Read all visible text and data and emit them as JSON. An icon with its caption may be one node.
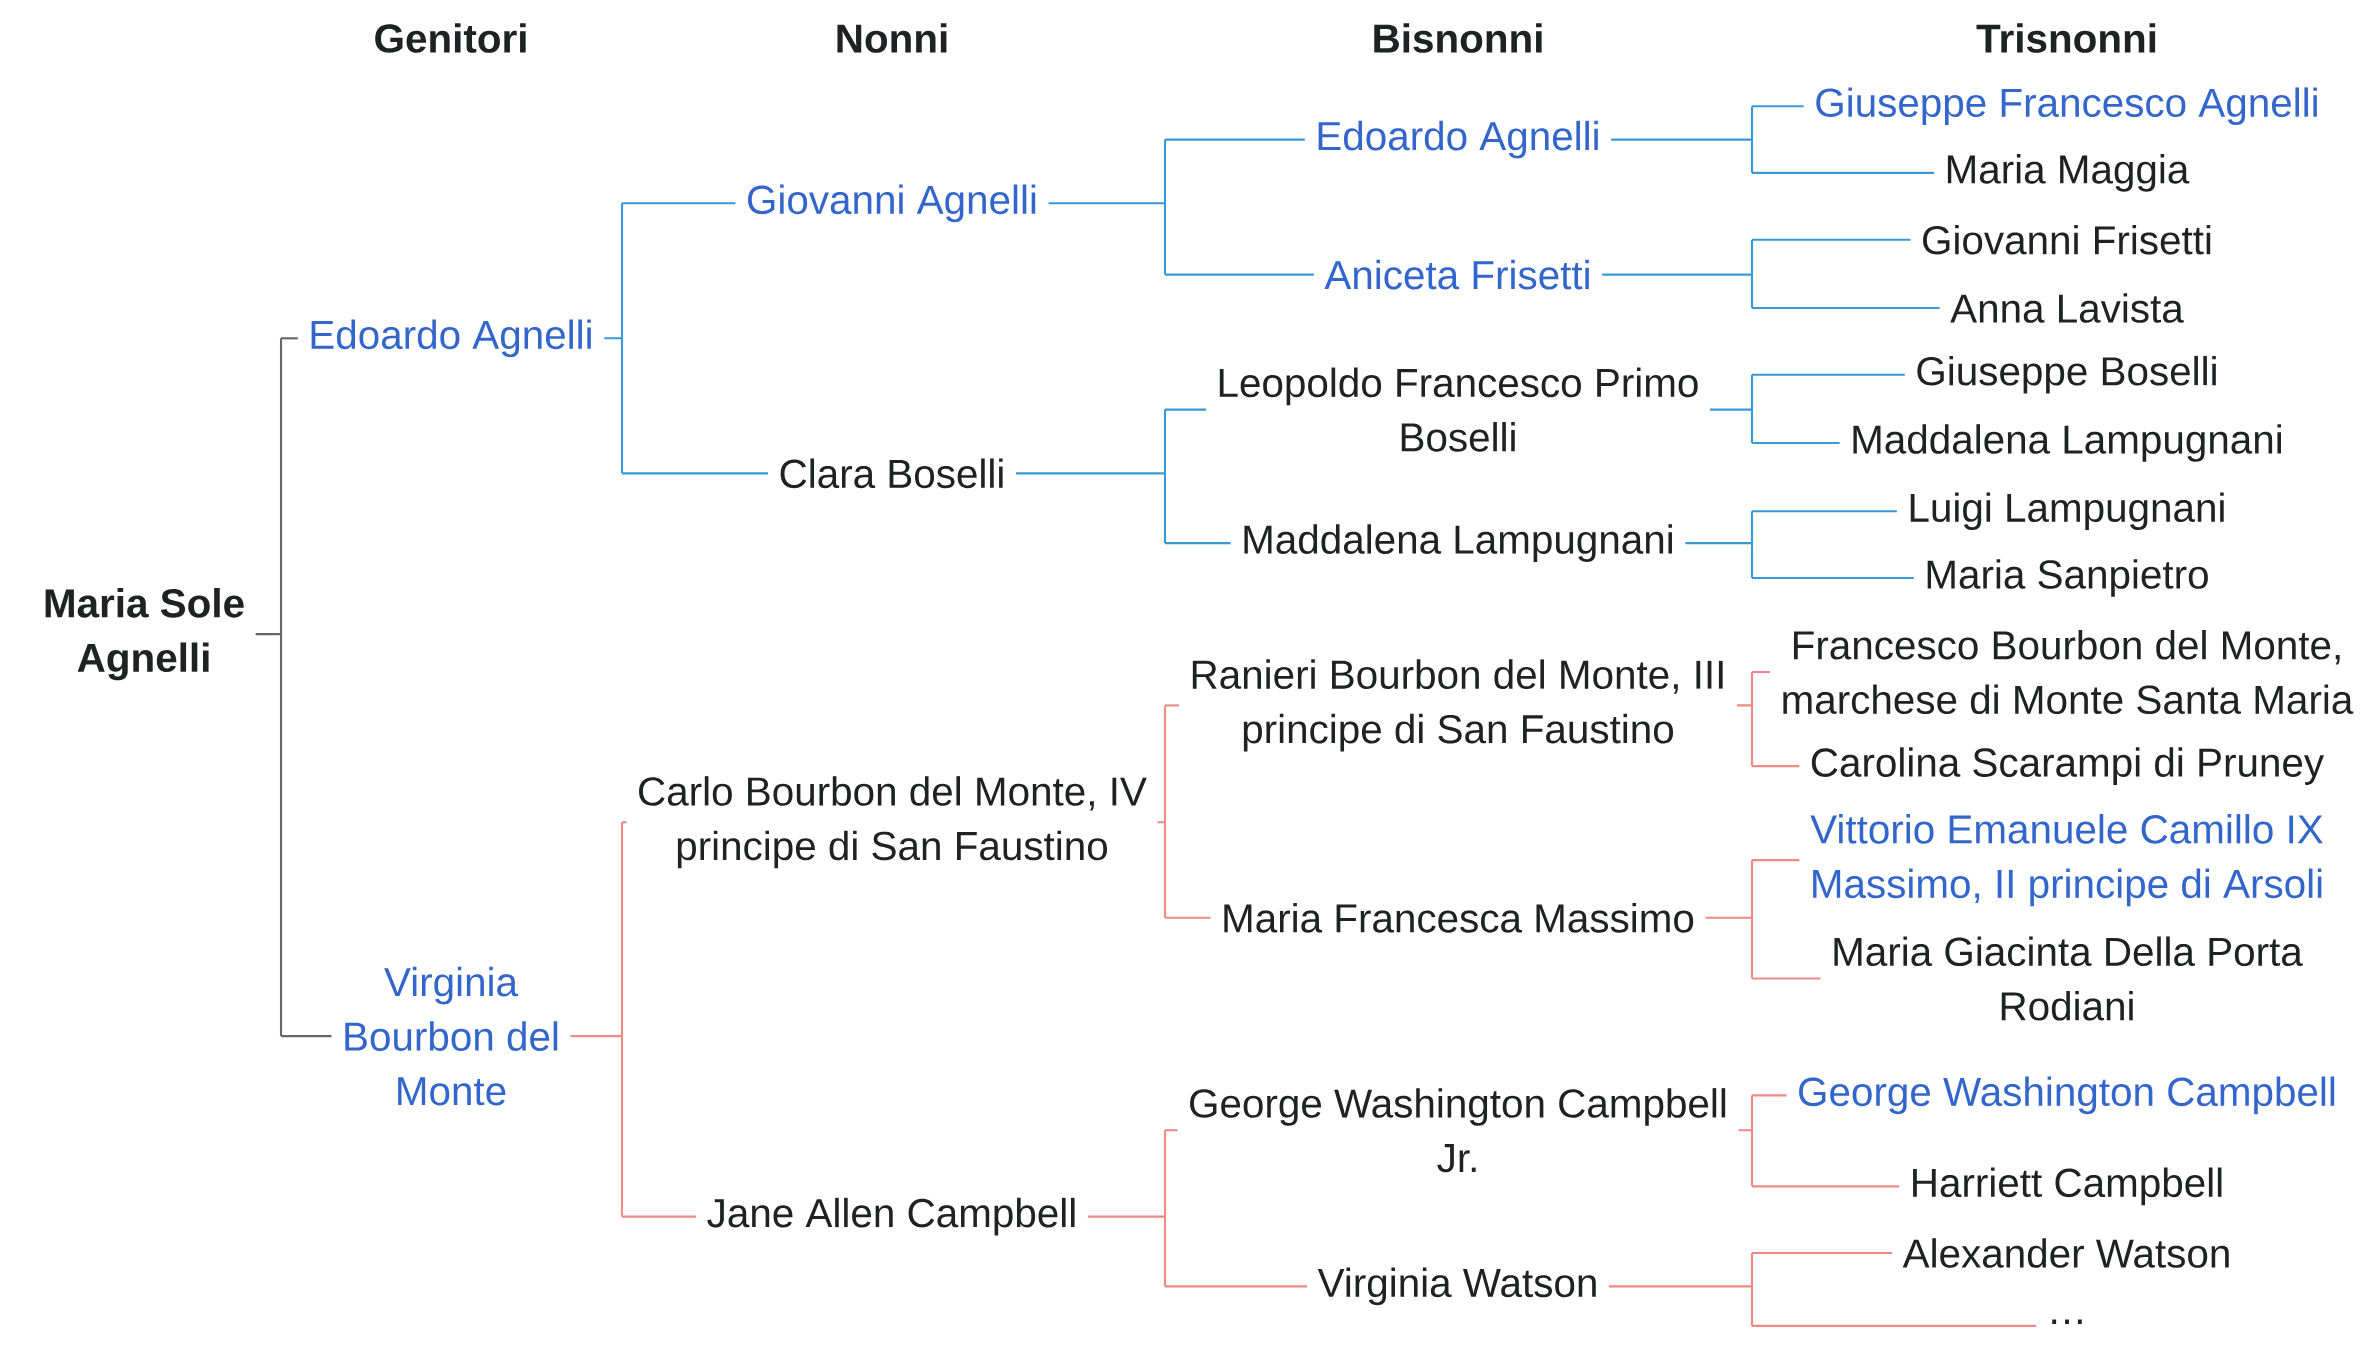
{
  "diagram": {
    "nodes": [
      {
        "text": [
          "Maria Sole Agnelli"
        ]
      },
      {
        "text": [
          "Edoardo Agnelli"
        ]
      },
      {
        "text": [
          "Virginia Bourbon del Monte"
        ]
      },
      {
        "text": [
          "Giovanni Agnelli"
        ]
      },
      {
        "text": [
          "Clara Boselli"
        ]
      },
      {
        "text": [
          "Carlo Bourbon del Monte, IV principe di San Faustino"
        ]
      },
      {
        "text": [
          "Jane Allen Campbell"
        ]
      },
      {
        "text": [
          "Edoardo Agnelli"
        ]
      },
      {
        "text": [
          "Aniceta Frisetti"
        ]
      },
      {
        "text": [
          "Leopoldo Francesco Primo Boselli"
        ]
      },
      {
        "text": [
          "Maddalena Lampugnani"
        ]
      },
      {
        "text": [
          "Ranieri Bourbon del Monte, III principe di San Faustino"
        ]
      },
      {
        "text": [
          "Maria Francesca Massimo"
        ]
      },
      {
        "text": [
          "George Washington Campbell Jr."
        ]
      },
      {
        "text": [
          "Virginia Watson"
        ]
      },
      {
        "text": [
          "Giuseppe Francesco Agnelli"
        ]
      },
      {
        "text": [
          "Maria Maggia"
        ]
      },
      {
        "text": [
          "Giovanni Frisetti"
        ]
      },
      {
        "text": [
          "Anna Lavista"
        ]
      },
      {
        "text": [
          "Giuseppe Boselli"
        ]
      },
      {
        "text": [
          "Maddalena Lampugnani"
        ]
      },
      {
        "text": [
          "Luigi Lampugnani"
        ]
      },
      {
        "text": [
          "Maria Sanpietro"
        ]
      },
      {
        "text": [
          "Francesco Bourbon del Monte, marchese di Monte Santa Maria"
        ]
      },
      {
        "text": [
          "Carolina Scarampi di Pruney"
        ]
      },
      {
        "text": [
          "Vittorio Emanuele Camillo IX Massimo, II principe di Arsoli"
        ]
      },
      {
        "text": [
          "Maria Giacinta Della Porta Rodiani"
        ]
      },
      {
        "text": [
          "George Washington Campbell"
        ]
      },
      {
        "text": [
          "Harriett Campbell"
        ]
      },
      {
        "text": [
          "Alexander Watson"
        ]
      },
      {
        "text": [
          "…"
        ]
      }
    ],
    "edges": [
      {
        "from": 0,
        "to": 1,
        "arrow": "none",
        "color": "#666666"
      },
      {
        "from": 0,
        "to": 2,
        "arrow": "none",
        "color": "#666666"
      },
      {
        "from": 1,
        "to": 3,
        "arrow": "none",
        "color": "#3a98d8"
      },
      {
        "from": 1,
        "to": 4,
        "arrow": "none",
        "color": "#3a98d8"
      },
      {
        "from": 2,
        "to": 5,
        "arrow": "none",
        "color": "#ee8a86"
      },
      {
        "from": 2,
        "to": 6,
        "arrow": "none",
        "color": "#ee8a86"
      },
      {
        "from": 3,
        "to": 7,
        "arrow": "none",
        "color": "#3a98d8"
      },
      {
        "from": 3,
        "to": 8,
        "arrow": "none",
        "color": "#3a98d8"
      },
      {
        "from": 4,
        "to": 9,
        "arrow": "none",
        "color": "#3a98d8"
      },
      {
        "from": 4,
        "to": 10,
        "arrow": "none",
        "color": "#3a98d8"
      },
      {
        "from": 5,
        "to": 11,
        "arrow": "none",
        "color": "#ee8a86"
      },
      {
        "from": 5,
        "to": 12,
        "arrow": "none",
        "color": "#ee8a86"
      },
      {
        "from": 6,
        "to": 13,
        "arrow": "none",
        "color": "#ee8a86"
      },
      {
        "from": 6,
        "to": 14,
        "arrow": "none",
        "color": "#ee8a86"
      },
      {
        "from": 7,
        "to": 15,
        "arrow": "none",
        "color": "#3a98d8"
      },
      {
        "from": 7,
        "to": 16,
        "arrow": "none",
        "color": "#3a98d8"
      },
      {
        "from": 8,
        "to": 17,
        "arrow": "none",
        "color": "#3a98d8"
      },
      {
        "from": 8,
        "to": 18,
        "arrow": "none",
        "color": "#3a98d8"
      },
      {
        "from": 9,
        "to": 19,
        "arrow": "none",
        "color": "#3a98d8"
      },
      {
        "from": 9,
        "to": 20,
        "arrow": "none",
        "color": "#3a98d8"
      },
      {
        "from": 10,
        "to": 21,
        "arrow": "none",
        "color": "#3a98d8"
      },
      {
        "from": 10,
        "to": 22,
        "arrow": "none",
        "color": "#3a98d8"
      },
      {
        "from": 11,
        "to": 23,
        "arrow": "none",
        "color": "#ee8a86"
      },
      {
        "from": 11,
        "to": 24,
        "arrow": "none",
        "color": "#ee8a86"
      },
      {
        "from": 12,
        "to": 25,
        "arrow": "none",
        "color": "#ee8a86"
      },
      {
        "from": 12,
        "to": 26,
        "arrow": "none",
        "color": "#ee8a86"
      },
      {
        "from": 13,
        "to": 27,
        "arrow": "none",
        "color": "#ee8a86"
      },
      {
        "from": 13,
        "to": 28,
        "arrow": "none",
        "color": "#ee8a86"
      },
      {
        "from": 14,
        "to": 29,
        "arrow": "none",
        "color": "#ee8a86"
      },
      {
        "from": 14,
        "to": 30,
        "arrow": "none",
        "color": "#ee8a86"
      }
    ],
    "labels": [
      "Genitori",
      "Nonni",
      "Bisnonni",
      "Trisnonni"
    ]
  }
}
